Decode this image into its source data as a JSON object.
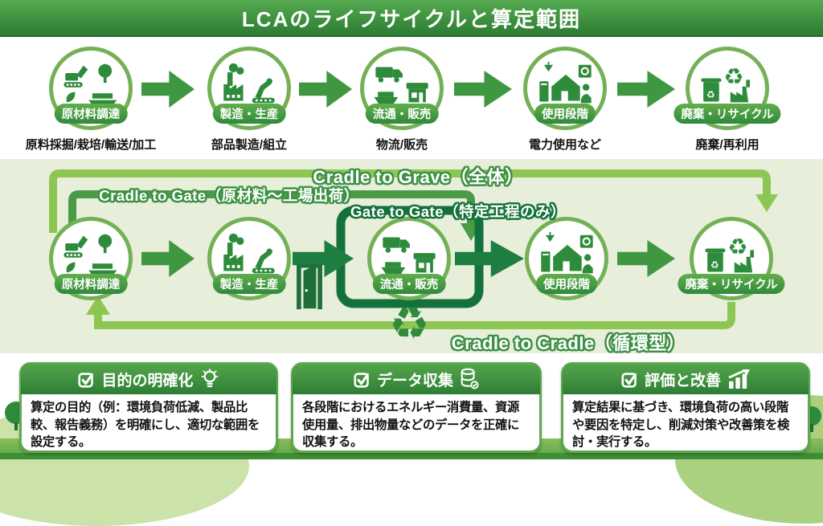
{
  "title": "LCAのライフサイクルと算定範囲",
  "stages": [
    {
      "name": "原材料調達",
      "sub": "原料採掘/栽培/輸送/加工",
      "icon": "excavator-tree-sprout-ship-icon"
    },
    {
      "name": "製造・生産",
      "sub": "部品製造/組立",
      "icon": "factory-robot-arm-icon"
    },
    {
      "name": "流通・販売",
      "sub": "物流/販売",
      "icon": "truck-ship-store-icon"
    },
    {
      "name": "使用段階",
      "sub": "電力使用など",
      "icon": "house-appliances-icon"
    },
    {
      "name": "廃棄・リサイクル",
      "sub": "廃棄/再利用",
      "icon": "recycle-trash-factory-icon"
    }
  ],
  "scopes": {
    "cradle_to_grave": "Cradle to Grave（全体）",
    "cradle_to_gate": "Cradle to Gate（原材料～工場出荷）",
    "gate_to_gate": "Gate to Gate（特定工程のみ）",
    "cradle_to_cradle": "Cradle to Cradle（循環型）"
  },
  "steps": [
    {
      "title": "目的の明確化",
      "icon": "lightbulb-icon",
      "body": "算定の目的（例：環境負荷低減、製品比較、報告義務）を明確にし、適切な範囲を設定する。"
    },
    {
      "title": "データ収集",
      "icon": "database-icon",
      "body": "各段階におけるエネルギー消費量、資源使用量、排出物量などのデータを正確に収集する。"
    },
    {
      "title": "評価と改善",
      "icon": "chart-icon",
      "body": "算定結果に基づき、環境負荷の高い段階や要因を特定し、削減対策や改善策を検討・実行する。"
    }
  ],
  "colors": {
    "accent": "#3f9841",
    "accent-dark": "#2c7c33",
    "accent-light": "#8ec653",
    "arrow-dark": "#1e7d40",
    "gate-dark": "#15713c",
    "bracket-mid": "#4a9b45",
    "panel-bg": "#e7efda"
  }
}
